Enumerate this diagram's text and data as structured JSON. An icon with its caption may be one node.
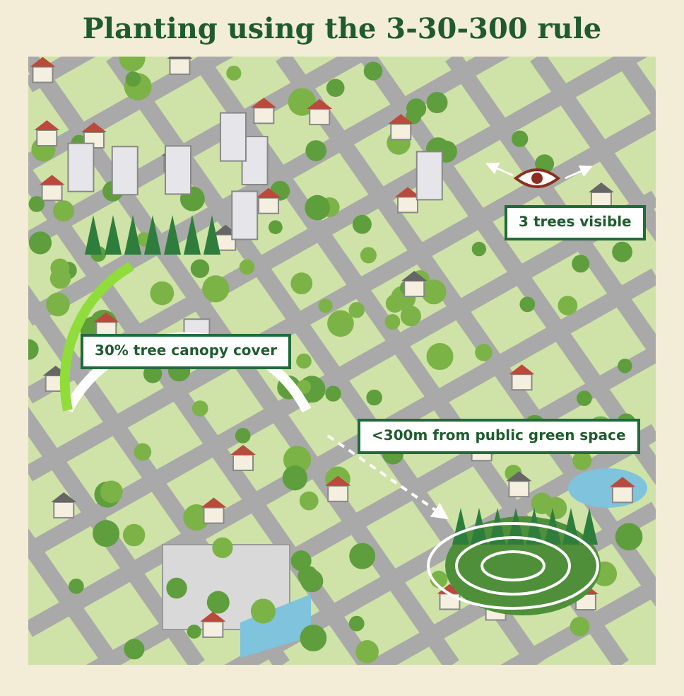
{
  "diagram": {
    "title": "Planting using the 3-30-300 rule",
    "labels": [
      "3 trees visible",
      "30% tree canopy cover",
      "<300m from public green space"
    ]
  }
}
